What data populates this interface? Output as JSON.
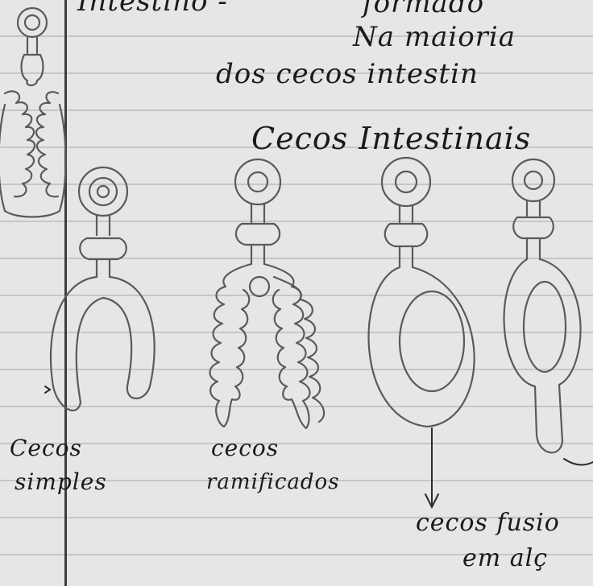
{
  "notes": {
    "line1_left": "Intestino -",
    "line1_right": "formado",
    "line2": "Na maioria",
    "line3": "dos cecos intestin",
    "heading": "Cecos Intestinais"
  },
  "labels": {
    "simple_line1": "Cecos",
    "simple_line2": "simples",
    "branched_line1": "cecos",
    "branched_line2": "ramificados",
    "fused_line1": "cecos fusio",
    "fused_line2": "em alç"
  }
}
